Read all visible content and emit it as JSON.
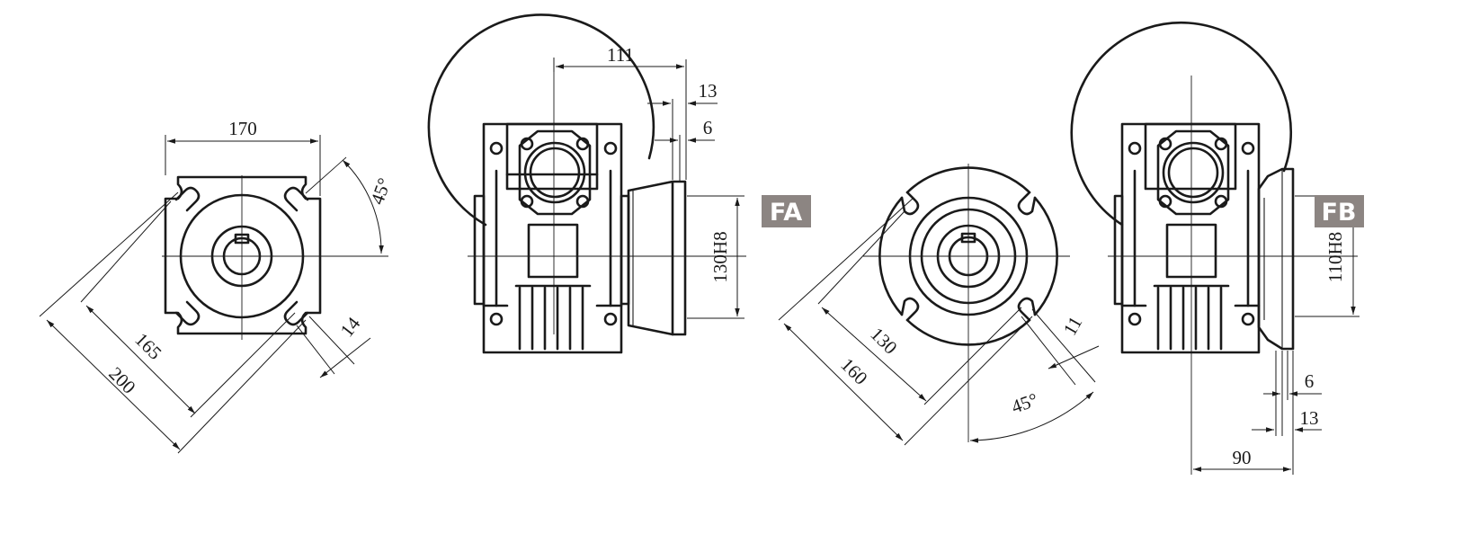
{
  "views": {
    "flange_square": {
      "width": "170",
      "bolt_circle": "165",
      "outer": "200",
      "hole": "14",
      "angle": "45°"
    },
    "side_fa": {
      "length": "111",
      "thick_outer": "13",
      "thick_inner": "6",
      "spigot": "130H8",
      "badge": "FA"
    },
    "flange_round": {
      "bolt_circle": "130",
      "outer": "160",
      "hole": "11",
      "angle": "45°"
    },
    "side_fb": {
      "spigot": "110H8",
      "thick_inner": "6",
      "thick_outer": "13",
      "length": "90",
      "badge": "FB"
    }
  },
  "colors": {
    "line": "#1a1a1a",
    "badge": "#8c8582"
  }
}
